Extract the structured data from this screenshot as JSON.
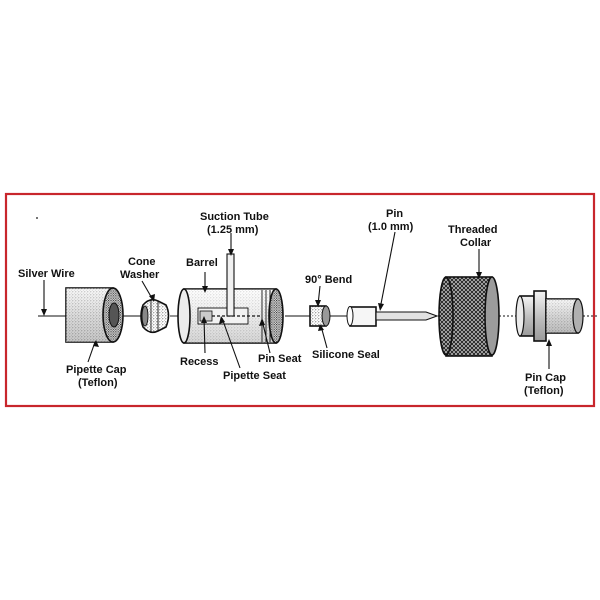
{
  "colors": {
    "frame": "#c8262c",
    "ink": "#111111",
    "paper": "#ffffff"
  },
  "labels": {
    "suction_tube_line1": "Suction Tube",
    "suction_tube_line2": "(1.25 mm)",
    "pin_line1": "Pin",
    "pin_line2": "(1.0 mm)",
    "threaded_collar_line1": "Threaded",
    "threaded_collar_line2": "Collar",
    "barrel": "Barrel",
    "bend_90": "90° Bend",
    "silver_wire": "Silver Wire",
    "cone_washer_line1": "Cone",
    "cone_washer_line2": "Washer",
    "pipette_cap_line1": "Pipette Cap",
    "pipette_cap_line2": "(Teflon)",
    "recess": "Recess",
    "pipette_seat": "Pipette Seat",
    "pin_seat": "Pin Seat",
    "silicone_seal": "Silicone Seal",
    "pin_cap_line1": "Pin Cap",
    "pin_cap_line2": "(Teflon)"
  }
}
